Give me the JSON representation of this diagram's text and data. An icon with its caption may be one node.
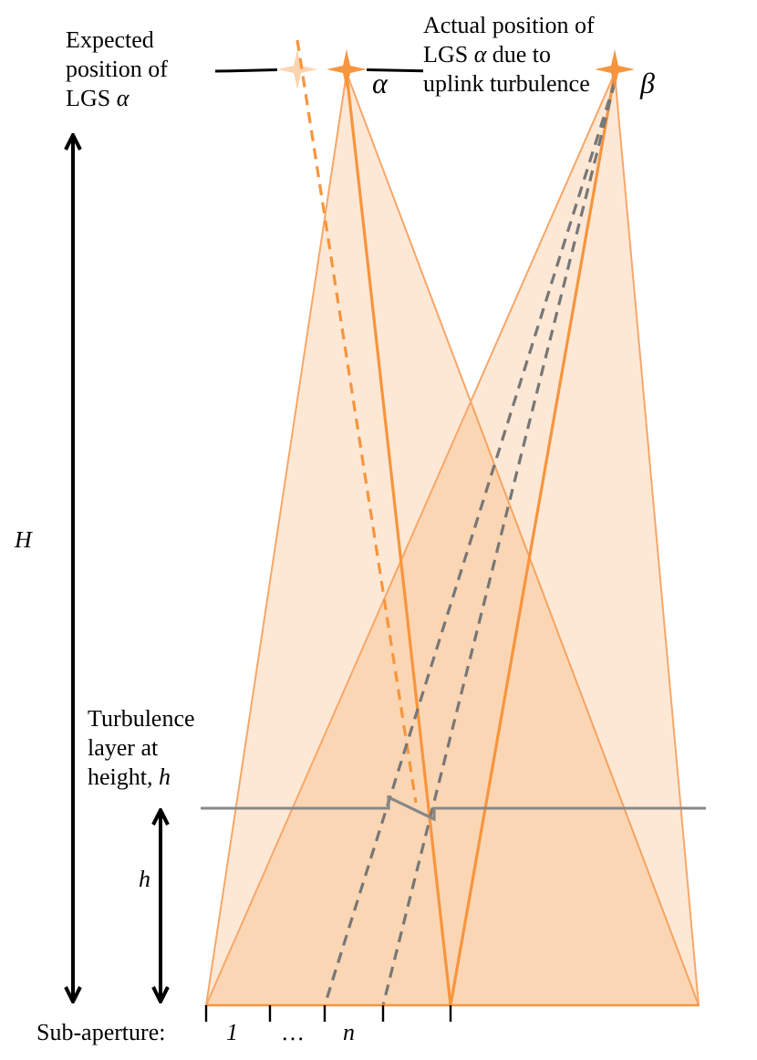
{
  "diagram": {
    "nodes": [
      {
        "text": [
          "Expected position of LGS *α*"
        ]
      },
      {
        "text": [],
        "shape": "star"
      },
      {
        "text": [
          "Actual position of LGS *α* due to uplink turbulence"
        ]
      },
      {
        "text": [],
        "shape": "star",
        "beside": [
          "α"
        ]
      },
      {
        "text": [],
        "shape": "star",
        "beside": [
          "β"
        ]
      }
    ],
    "edges": [
      {
        "from": 0,
        "to": 1,
        "arrow": "none"
      },
      {
        "from": 2,
        "to": 3,
        "arrow": "none"
      }
    ],
    "labels": [
      "H",
      "Turbulence layer at height, *h*",
      "h",
      "Sub-aperture:",
      "1",
      "…",
      "n"
    ]
  }
}
